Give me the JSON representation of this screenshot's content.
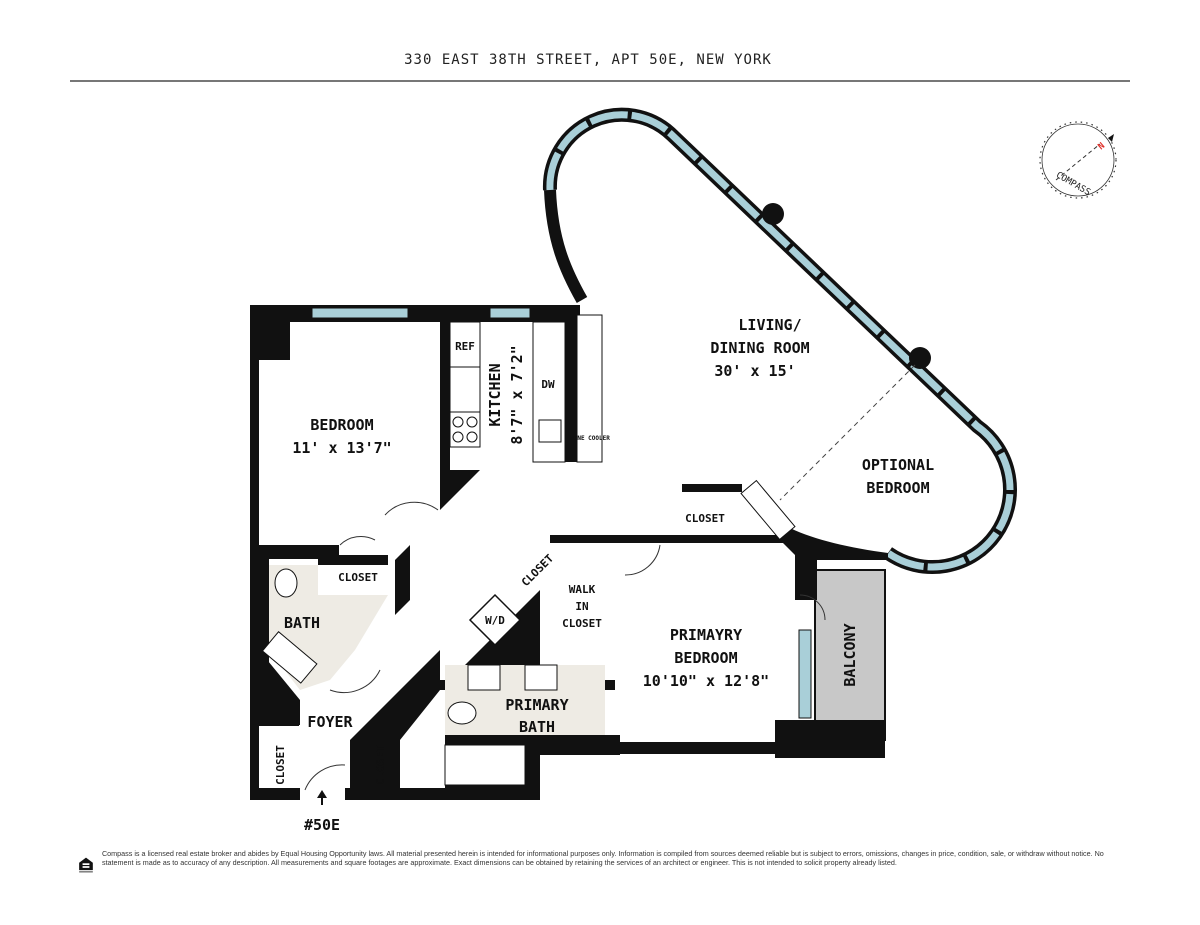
{
  "header": {
    "title": "330 EAST 38TH STREET, APT 50E, NEW YORK"
  },
  "compass": {
    "label": "COMPASS",
    "north": "N",
    "north_color": "#e0302a"
  },
  "colors": {
    "wall": "#111111",
    "window": "#a9cfd8",
    "tile": "#eeebe4",
    "balcony": "#c8c8c8"
  },
  "rooms": {
    "living": {
      "name1": "LIVING/",
      "name2": "DINING ROOM",
      "dims": "30' x 15'"
    },
    "optional": {
      "name1": "OPTIONAL",
      "name2": "BEDROOM"
    },
    "bedroom": {
      "name": "BEDROOM",
      "dims": "11' x 13'7\""
    },
    "kitchen": {
      "name": "KITCHEN",
      "dims": "8'7\" x 7'2\"",
      "ref": "REF",
      "dw": "DW",
      "wine": "WINE COOLER"
    },
    "primary_bedroom": {
      "name1": "PRIMAYRY",
      "name2": "BEDROOM",
      "dims": "10'10\" x 12'8\""
    },
    "primary_bath": {
      "name1": "PRIMARY",
      "name2": "BATH"
    },
    "bath": {
      "name": "BATH"
    },
    "foyer": {
      "name": "FOYER"
    },
    "walk_in": {
      "l1": "WALK",
      "l2": "IN",
      "l3": "CLOSET"
    },
    "wd": {
      "name": "W/D"
    },
    "balcony": {
      "name": "BALCONY"
    },
    "closets": {
      "c1": "CLOSET",
      "c2": "CLOSET",
      "c3": "CLOSET",
      "c4": "CLOSET",
      "c5": "CLOSET"
    },
    "entry": {
      "name": "#50E"
    }
  },
  "footer": {
    "equal_housing_icon": "equal-housing-opportunity-icon",
    "disclaimer": "Compass is a licensed real estate broker and abides by Equal Housing Opportunity laws. All material presented herein is intended for informational purposes only. Information is compiled from sources deemed reliable but is subject to errors, omissions, changes in price, condition, sale, or withdraw without notice. No statement is made as to accuracy of any description. All measurements and square footages are approximate. Exact dimensions can be obtained by retaining the services of an architect or engineer. This is not intended to solicit property already listed."
  }
}
